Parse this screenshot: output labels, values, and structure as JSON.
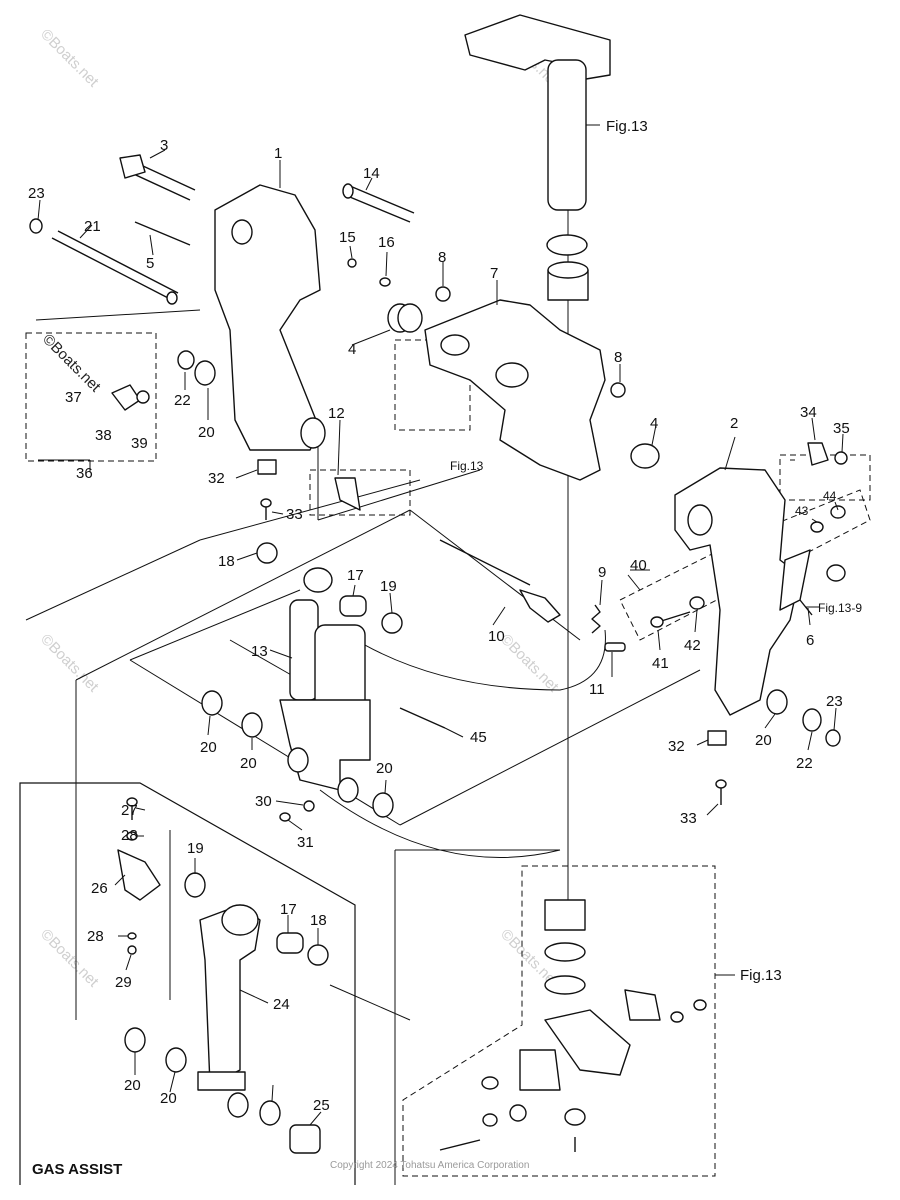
{
  "diagram": {
    "parts": [
      "1",
      "2",
      "3",
      "4",
      "4",
      "5",
      "6",
      "7",
      "8",
      "8",
      "9",
      "10",
      "11",
      "12",
      "13",
      "14",
      "15",
      "16",
      "17",
      "17",
      "18",
      "18",
      "19",
      "19",
      "20",
      "20",
      "20",
      "20",
      "20",
      "20",
      "20",
      "21",
      "22",
      "22",
      "23",
      "23",
      "24",
      "25",
      "26",
      "27",
      "28",
      "28",
      "29",
      "30",
      "31",
      "32",
      "32",
      "33",
      "33",
      "34",
      "35",
      "36",
      "37",
      "38",
      "39",
      "40",
      "41",
      "42",
      "43",
      "44",
      "45"
    ],
    "references": {
      "fig13_top": "Fig.13",
      "fig13_mid": "Fig.13",
      "fig13_9": "Fig.13-9",
      "fig13_bottom": "Fig.13"
    },
    "gas_assist_label": "GAS ASSIST",
    "watermark": "©Boats.net",
    "copyright": "Copyright 2024 Tohatsu America Corporation",
    "colors": {
      "line": "#111111",
      "watermark": "#cfcfcf"
    }
  }
}
